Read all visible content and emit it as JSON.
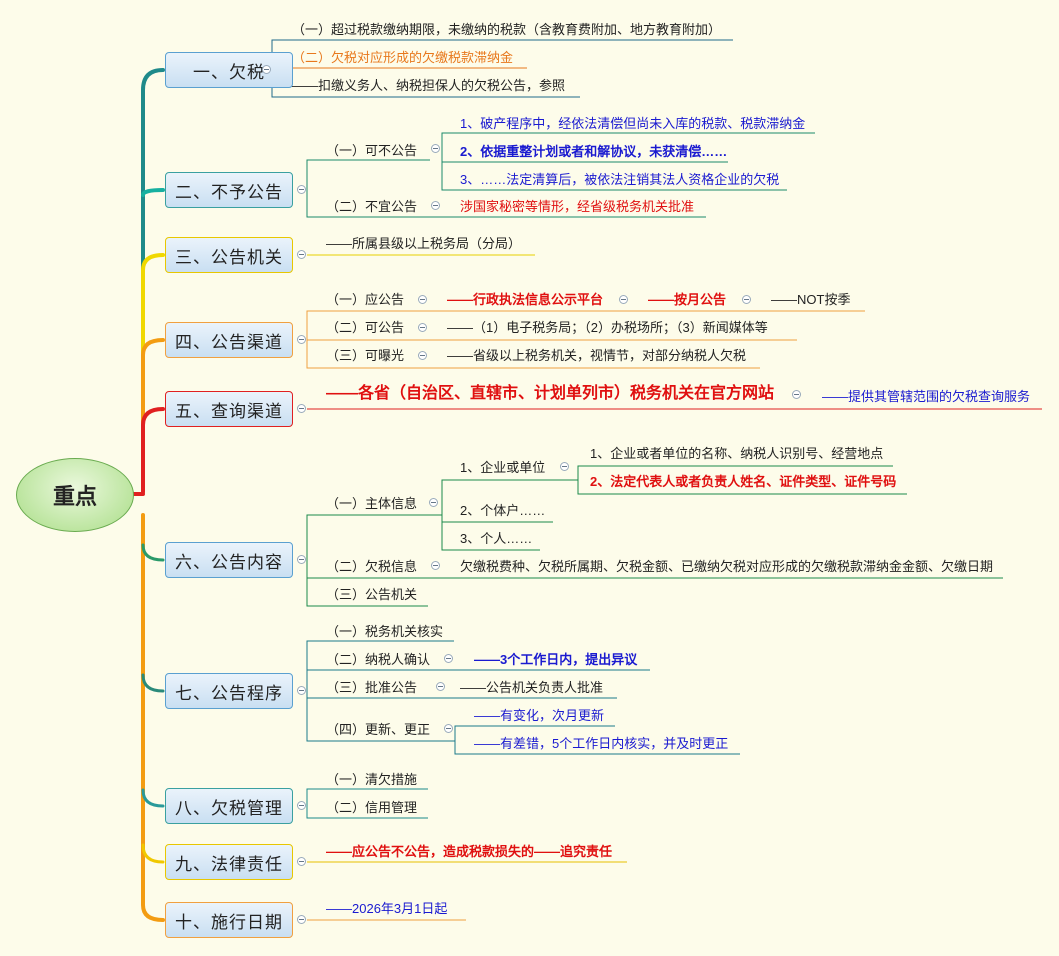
{
  "root": "重点",
  "s1": {
    "title": "一、欠税",
    "items": [
      "（一）超过税款缴纳期限，未缴纳的税款（含教育费附加、地方教育附加）",
      "（二）欠税对应形成的欠缴税款滞纳金",
      "——扣缴义务人、纳税担保人的欠税公告，参照"
    ]
  },
  "s2": {
    "title": "二、不予公告",
    "sub1": "（一）可不公告",
    "sub1_items": [
      "1、破产程序中，经依法清偿但尚未入库的税款、税款滞纳金",
      "2、依据重整计划或者和解协议，未获清偿……",
      "3、……法定清算后，被依法注销其法人资格企业的欠税"
    ],
    "sub2": "（二）不宜公告",
    "sub2_item": "涉国家秘密等情形，经省级税务机关批准"
  },
  "s3": {
    "title": "三、公告机关",
    "item": "——所属县级以上税务局（分局）"
  },
  "s4": {
    "title": "四、公告渠道",
    "r1": "（一）应公告",
    "r1a": "——行政执法信息公示平台",
    "r1b": "——按月公告",
    "r1c": "——NOT按季",
    "r2": "（二）可公告",
    "r2a": "——（1）电子税务局；（2）办税场所；（3）新闻媒体等",
    "r3": "（三）可曝光",
    "r3a": "——省级以上税务机关，视情节，对部分纳税人欠税"
  },
  "s5": {
    "title": "五、查询渠道",
    "main": "——各省（自治区、直辖市、计划单列市）税务机关在官方网站",
    "sub": "——提供其管辖范围的欠税查询服务"
  },
  "s6": {
    "title": "六、公告内容",
    "sub1": "（一）主体信息",
    "a": "1、企业或单位",
    "a_items": [
      "1、企业或者单位的名称、纳税人识别号、经营地点",
      "2、法定代表人或者负责人姓名、证件类型、证件号码"
    ],
    "b": "2、个体户……",
    "c": "3、个人……",
    "sub2": "（二）欠税信息",
    "sub2_item": "欠缴税费种、欠税所属期、欠税金额、已缴纳欠税对应形成的欠缴税款滞纳金金额、欠缴日期",
    "sub3": "（三）公告机关"
  },
  "s7": {
    "title": "七、公告程序",
    "r1": "（一）税务机关核实",
    "r2": "（二）纳税人确认",
    "r2a": "——3个工作日内，提出异议",
    "r3": "（三）批准公告",
    "r3a": "——公告机关负责人批准",
    "r4": "（四）更新、更正",
    "r4a": "——有变化，次月更新",
    "r4b": "——有差错，5个工作日内核实，并及时更正"
  },
  "s8": {
    "title": "八、欠税管理",
    "items": [
      "（一）清欠措施",
      "（二）信用管理"
    ]
  },
  "s9": {
    "title": "九、法律责任",
    "item": "——应公告不公告，造成税款损失的——追究责任"
  },
  "s10": {
    "title": "十、施行日期",
    "item": "——2026年3月1日起"
  },
  "colors": {
    "background": "#fdfcea",
    "blue_text": "#1a1ad0",
    "red_text": "#e01010",
    "orange_text": "#e8781c",
    "trunk_teal": "#1f8a8a",
    "trunk_yellow": "#f0d800",
    "trunk_orange": "#f39c12",
    "trunk_red": "#e02020"
  }
}
